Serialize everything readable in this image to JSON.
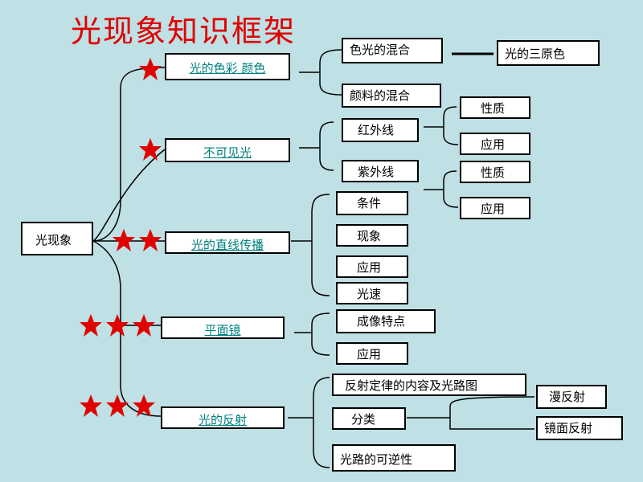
{
  "title": "光现象知识框架",
  "root": "光现象",
  "branches": {
    "color": "光的色彩  颜色",
    "invisible": "不可见光",
    "straight": "光的直线传播",
    "mirror": "平面镜",
    "reflection": "光的反射"
  },
  "color_children": [
    "色光的混合",
    "颜料的混合"
  ],
  "primary_colors": "光的三原色",
  "invisible_children": [
    "红外线",
    "紫外线"
  ],
  "ir_children": [
    "性质",
    "应用"
  ],
  "uv_children": [
    "性质",
    "应用"
  ],
  "straight_children": [
    "条件",
    "现象",
    "应用",
    "光速"
  ],
  "mirror_children": [
    "成像特点",
    "应用"
  ],
  "reflection_children": [
    "反射定律的内容及光路图",
    "分类",
    "光路的可逆性"
  ],
  "classification_children": [
    "漫反射",
    "镜面反射"
  ],
  "star_color": "#e00000"
}
